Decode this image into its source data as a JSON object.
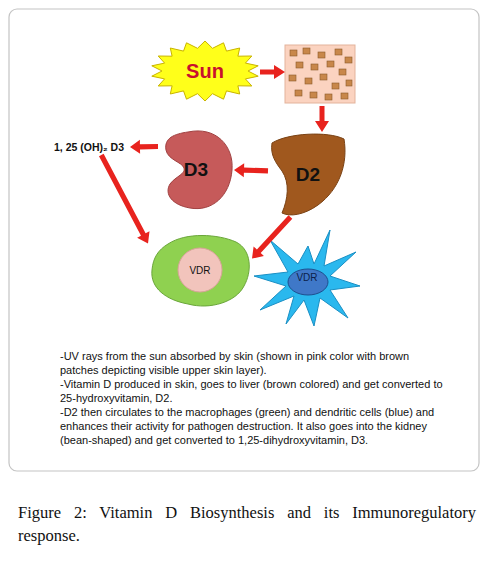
{
  "diagram": {
    "caption": "Figure 2: Vitamin D Biosynthesis and its Immunoregulatory response.",
    "nodes": [
      {
        "text": [
          "Sun"
        ]
      },
      {
        "text": [
          "1, 25 (OH)₂ D3"
        ]
      },
      {
        "text": [
          "D3"
        ]
      },
      {
        "text": [
          "D2"
        ]
      },
      {
        "text": [
          "VDR"
        ]
      },
      {
        "text": [
          "VDR"
        ]
      }
    ],
    "edges": [
      {
        "from": 3,
        "to": 2,
        "arrow": "to"
      },
      {
        "from": 2,
        "to": 1,
        "arrow": "to"
      },
      {
        "from": 1,
        "to": 4,
        "arrow": "to"
      },
      {
        "from": 3,
        "to": 4,
        "arrow": "to"
      }
    ],
    "labels": [
      "-UV rays from the sun absorbed by skin (shown in pink color with brown patches depicting visible upper skin layer).",
      "-Vitamin D produced in skin, goes to liver (brown colored) and get converted to 25-hydroxyvitamin, D2.",
      "-D2 then circulates to the macrophages (green) and dendritic cells (blue) and enhances their activity for pathogen destruction. It also goes into the kidney (bean-shaped) and get converted to 1,25-dihydroxyvitamin, D3."
    ]
  }
}
